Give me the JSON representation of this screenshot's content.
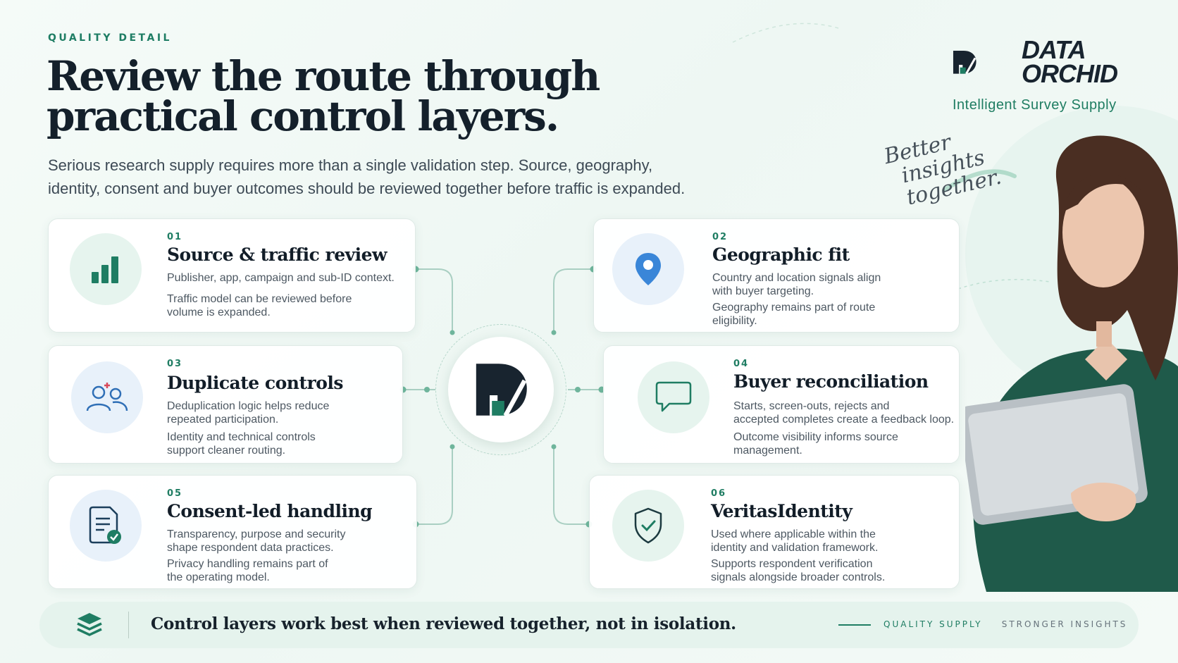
{
  "brand": {
    "name_line1": "DATA",
    "name_line2": "ORCHID",
    "tagline": "Intelligent Survey Supply",
    "logo_icon": "data-orchid-logo",
    "accent_color": "#1f7d63",
    "dark_color": "#14202b"
  },
  "header": {
    "eyebrow": "QUALITY DETAIL",
    "title_line1": "Review the route through",
    "title_line2": "practical control layers.",
    "intro_line1": "Serious research supply requires more than a single validation step. Source, geography,",
    "intro_line2": "identity, consent and buyer outcomes should be reviewed together before traffic is expanded."
  },
  "script_note": {
    "line1": "Better",
    "line2": "insights together."
  },
  "cards": [
    {
      "number": "01",
      "title": "Source & traffic review",
      "line1": "Publisher, app, campaign and sub-ID context.",
      "line2a": "Traffic model can be reviewed before",
      "line2b": "volume is expanded.",
      "icon": "bar-chart-icon"
    },
    {
      "number": "02",
      "title": "Geographic fit",
      "line1a": "Country and location signals align",
      "line1b": "with buyer targeting.",
      "line2a": "Geography remains part of route",
      "line2b": "eligibility.",
      "icon": "location-pin-icon"
    },
    {
      "number": "03",
      "title": "Duplicate controls",
      "line1a": "Deduplication logic helps reduce",
      "line1b": "repeated participation.",
      "line2a": "Identity and technical controls",
      "line2b": "support cleaner routing.",
      "icon": "duplicate-users-icon"
    },
    {
      "number": "04",
      "title": "Buyer reconciliation",
      "line1a": "Starts, screen-outs, rejects and",
      "line1b": "accepted completes create a feedback loop.",
      "line2a": "Outcome visibility informs source",
      "line2b": "management.",
      "icon": "chat-bubble-icon"
    },
    {
      "number": "05",
      "title": "Consent-led handling",
      "line1a": "Transparency, purpose and security",
      "line1b": "shape respondent data practices.",
      "line2a": "Privacy handling remains part of",
      "line2b": "the operating model.",
      "icon": "document-check-icon"
    },
    {
      "number": "06",
      "title": "VeritasIdentity",
      "line1a": "Used where applicable within the",
      "line1b": "identity and validation framework.",
      "line2a": "Supports respondent verification",
      "line2b": "signals alongside broader controls.",
      "icon": "shield-check-icon"
    }
  ],
  "footer": {
    "message": "Control layers work best when reviewed together, not in isolation.",
    "right_accent": "QUALITY SUPPLY",
    "right_text": "STRONGER INSIGHTS",
    "icon": "stack-layers-icon"
  }
}
